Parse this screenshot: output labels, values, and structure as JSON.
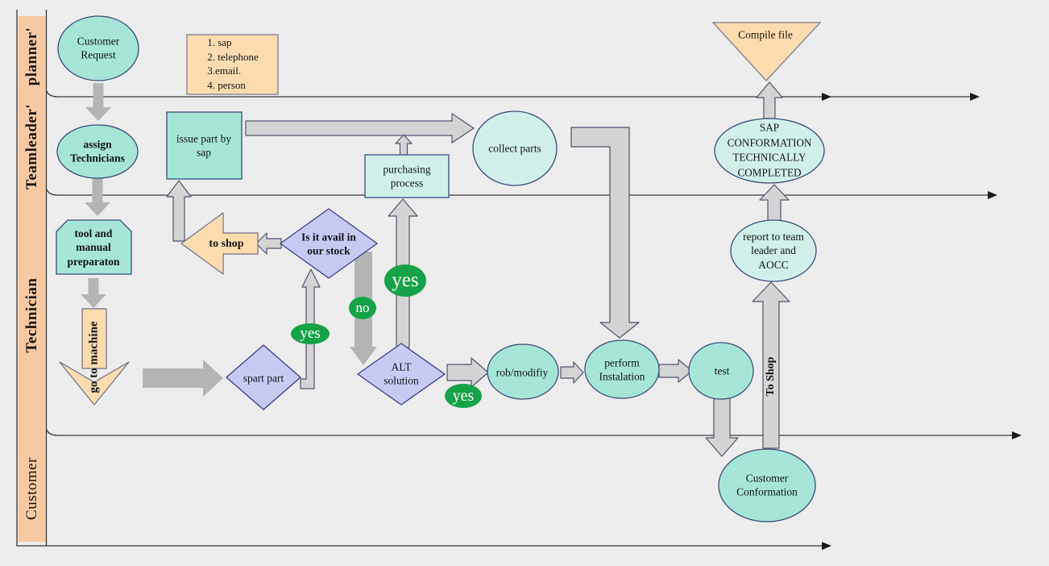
{
  "lanes": [
    {
      "label": "planner'"
    },
    {
      "label": "Teamleader'"
    },
    {
      "label": "Technician"
    },
    {
      "label": "Customer"
    }
  ],
  "nodes": {
    "customer_request": "Customer\nRequest",
    "contact_methods": "1. sap\n2. telephone\n3.email.\n4. person",
    "assign_technicians": "assign\nTechnicians",
    "issue_part_by_sap": "issue part by\nsap",
    "tool_manual_preparation": "tool and\nmanual\npreparaton",
    "go_to_machine": "go to machine",
    "to_shop": "to shop",
    "avail_in_stock": "Is it avail in\nour stock",
    "spart_part": "spart part",
    "alt_solution": "ALT\nsolution",
    "purchasing_process": "purchasing\nprocess",
    "collect_parts": "collect parts",
    "rob_modify": "rob/modifiy",
    "perform_instalation": "perform\nInstalation",
    "test": "test",
    "customer_conformation": "Customer\nConformation",
    "to_shop_vertical": "To Shop",
    "report_to_team": "report to team\nleader and\nAOCC",
    "sap_conformation": "SAP\nCONFORMATION\nTECHNICALLY\nCOMPLETED",
    "compile_file": "Compile file"
  },
  "decisions": {
    "yes_spart_to_stock": "yes",
    "no_stock": "no",
    "yes_stock_to_purchasing": "yes",
    "yes_alt_to_rob": "yes"
  },
  "colors": {
    "background": "#ececec",
    "lane_bar": "#f9c9a1",
    "node_teal": "#a5e6d7",
    "node_mint": "#d0efe9",
    "node_lavender": "#c7cbf4",
    "node_orange": "#fcdcae",
    "decision_green": "#16a348",
    "arrow_gray_solid": "#b4b4b4",
    "arrow_gray_outlined": "#d4d4d4",
    "frame_line": "#3a3a3a"
  }
}
